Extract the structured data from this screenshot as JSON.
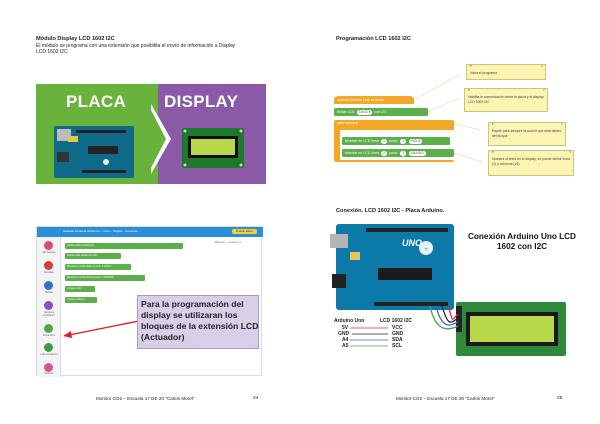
{
  "page_left": {
    "title": "Módulo Display LCD 1602 I2C",
    "desc_line1": "El módulo se programa con una extensión que posibilita el envío de información a Display",
    "desc_line2": "LCD 1602 I2C",
    "banner": {
      "left_label": "PLACA",
      "right_label": "DISPLAY"
    },
    "blockly": {
      "toolbar": "Guardar   Fusionar  Arduino L...  Com...  Tarjeta...  Conectar...",
      "toolbar_btn": "Probar Ether",
      "tabs": [
        "Bloques",
        "Arduino C"
      ],
      "categories": [
        "Mis bloques",
        "Entradas",
        "Salidas",
        "Sensores analógicos",
        "Actuadores",
        "LCD Actuadores",
        "Motores"
      ],
      "blocks": [
        "Iniciar LCD en placa 1k",
        "Iniciar LCD   16x02   con I2C",
        "Mostrar en LCD línea 1 posic. 1 HOLA",
        "Mostrar en LCD línea 2 posic. 1 MUNDO",
        "Limpiar LCD",
        "Cursor LCD  On"
      ],
      "callout": "Para la programación del display se utilizaran los bloques de la extensión LCD (Actuador)"
    },
    "footer": "Monitor CO2 – Escuela 17 DE 20 \"Carlos Morel\"",
    "page_number": "24"
  },
  "page_right": {
    "title": "Programación LCD 1602 I2C",
    "blocks": {
      "hat": "cuando Arduino Uno se inicia",
      "init_prefix": "Iniciar LCD",
      "init_dims": "16x02 ▾",
      "init_suffix": "con I2C",
      "loop": "para siempre",
      "show1_prefix": "Mostrar en LCD línea",
      "show1_line": "1",
      "show1_posic": "posic.",
      "show1_col": "1",
      "show1_text": "HOLA",
      "show2_prefix": "Mostrar en LCD línea",
      "show2_line": "2",
      "show2_posic": "posic.",
      "show2_col": "1",
      "show2_text": "MUNDO"
    },
    "notes": {
      "n1": "Inicia el programa",
      "n2": "Habilita la comunicación entre la placa y el display LCD 1602 I2C",
      "n3": "Repite para siempre la acción que está dentro del bloque",
      "n4": "Muestra el texto en el display, se puede definir línea (2) y columna (16)"
    },
    "conn_title": "Conexión. LCD 1602 I2C - Placa Arduino.",
    "conn_heading": "Conexión Arduino Uno LCD 1602 con I2C",
    "board_label": "UNO",
    "pin_headers": {
      "arduino": "Arduino Uno",
      "lcd": "LCD 1602 I2C"
    },
    "pins": [
      {
        "a": "5V",
        "b": "VCC",
        "color": "#d62b2b"
      },
      {
        "a": "GND",
        "b": "GND",
        "color": "#222222"
      },
      {
        "a": "A4",
        "b": "SDA",
        "color": "#3a63c9"
      },
      {
        "a": "A5",
        "b": "SCL",
        "color": "#3aa84a"
      }
    ],
    "footer": "Monitor CO2 – Escuela 17 DE 20 \"Carlos Morel\"",
    "page_number": "25"
  }
}
